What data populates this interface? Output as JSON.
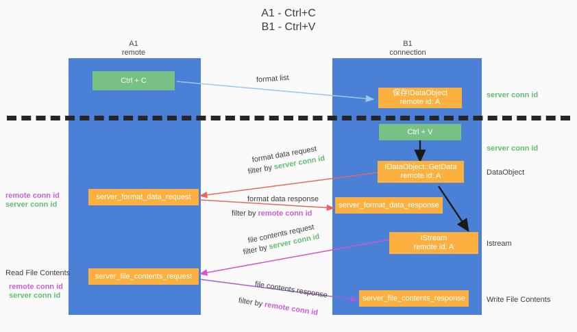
{
  "title": "A1 - Ctrl+C\nB1 - Ctrl+V",
  "columns": {
    "a1": {
      "name": "A1",
      "role": "remote",
      "header": "A1\nremote"
    },
    "b1": {
      "name": "B1",
      "role": "connection",
      "header": "B1\nconnection"
    }
  },
  "boxes": {
    "ctrl_c": "Ctrl + C",
    "save_idataobject": "保存IDataObject\nremote id: A",
    "ctrl_v": "Ctrl + V",
    "idataobject_getdata": "IDataObject::GetData\nremote id: A",
    "server_format_data_request": "server_format_data_request",
    "server_format_data_response": "server_format_data_response",
    "istream": "IStream\nremote id: A",
    "server_file_contents_request": "server_file_contents_request",
    "server_file_contents_response": "server_file_contents_response"
  },
  "edges": {
    "format_list": "format list",
    "format_data_request": "format data request",
    "format_data_request_filter_prefix": "filter by ",
    "format_data_request_filter_value": "server conn id",
    "format_data_response": "format data response",
    "format_data_response_filter_prefix": "filter by ",
    "format_data_response_filter_value": "remote conn id",
    "file_contents_request": "file contents request",
    "file_contents_request_filter_prefix": "filter by ",
    "file_contents_request_filter_value": "server conn id",
    "file_contents_response": "file contents response",
    "file_contents_response_filter_prefix": "filter by ",
    "file_contents_response_filter_value": "remote conn id"
  },
  "annotations": {
    "right_server_conn_id_top": "server conn id",
    "right_server_conn_id_mid": "server conn id",
    "right_dataobject": "DataObject",
    "right_istream": "Istream",
    "right_write_file_contents": "Write File Contents",
    "left_remote_conn_id_1": "remote conn id",
    "left_server_conn_id_1": "server conn id",
    "left_read_file_contents": "Read File Contents",
    "left_remote_conn_id_2": "remote conn id",
    "left_server_conn_id_2": "server conn id"
  },
  "colors": {
    "lane": "#4a80d6",
    "green_box": "#76c183",
    "orange_box": "#fbb040",
    "green_text": "#5fbf6e",
    "purple_text": "#cc5fd6",
    "arrow_light_blue": "#9dc8ef",
    "arrow_red": "#e8675e",
    "arrow_magenta": "#d455d0",
    "arrow_purple": "#a45fd6",
    "arrow_black": "#1a1a1a",
    "background": "#fafafa"
  }
}
